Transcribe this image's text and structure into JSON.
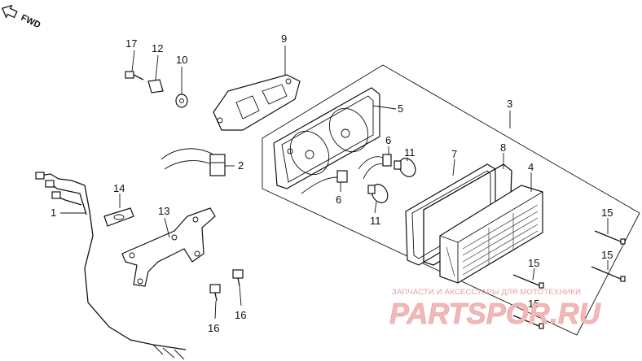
{
  "direction": {
    "label": "FWD"
  },
  "callouts": [
    "1",
    "2",
    "3",
    "4",
    "5",
    "6",
    "6",
    "7",
    "8",
    "9",
    "10",
    "11",
    "11",
    "12",
    "13",
    "14",
    "15",
    "15",
    "15",
    "15",
    "16",
    "16",
    "17"
  ],
  "watermark": {
    "caption": "ЗАПЧАСТИ И АКСЕССУАРЫ ДЛЯ МОТОТЕХНИКИ",
    "logo": "PARTSPOR.RU"
  }
}
